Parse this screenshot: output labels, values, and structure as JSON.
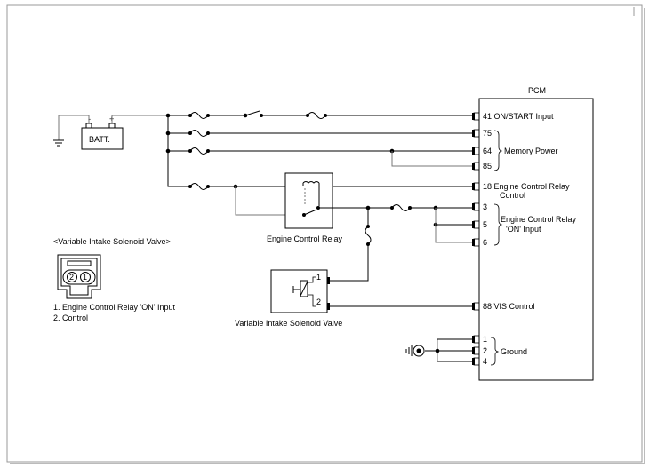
{
  "pcm": {
    "title": "PCM",
    "pins": [
      {
        "label": "41 ON/START Input"
      },
      {
        "label": "75"
      },
      {
        "label": "64"
      },
      {
        "label": "85"
      },
      {
        "label": "18 Engine Control Relay"
      },
      {
        "label": "3"
      },
      {
        "label": "5"
      },
      {
        "label": "6"
      },
      {
        "label": "88 VIS Control"
      },
      {
        "label": "1"
      },
      {
        "label": "2"
      },
      {
        "label": "4"
      }
    ],
    "relay_control_line2": "Control",
    "group_memory_power": "Memory Power",
    "group_ecr_on_line1": "Engine Control Relay",
    "group_ecr_on_line2": "'ON' Input",
    "group_ground": "Ground"
  },
  "battery": {
    "label": "BATT.",
    "minus": "-",
    "plus": "+"
  },
  "relay": {
    "label": "Engine Control Relay"
  },
  "vis_valve": {
    "label": "Variable Intake Solenoid Valve",
    "pin1": "1",
    "pin2": "2"
  },
  "connector": {
    "title": "<Variable Intake Solenoid Valve>",
    "pin_a": "2",
    "pin_b": "1",
    "legend": [
      "1. Engine Control Relay 'ON' Input",
      "2. Control"
    ]
  }
}
